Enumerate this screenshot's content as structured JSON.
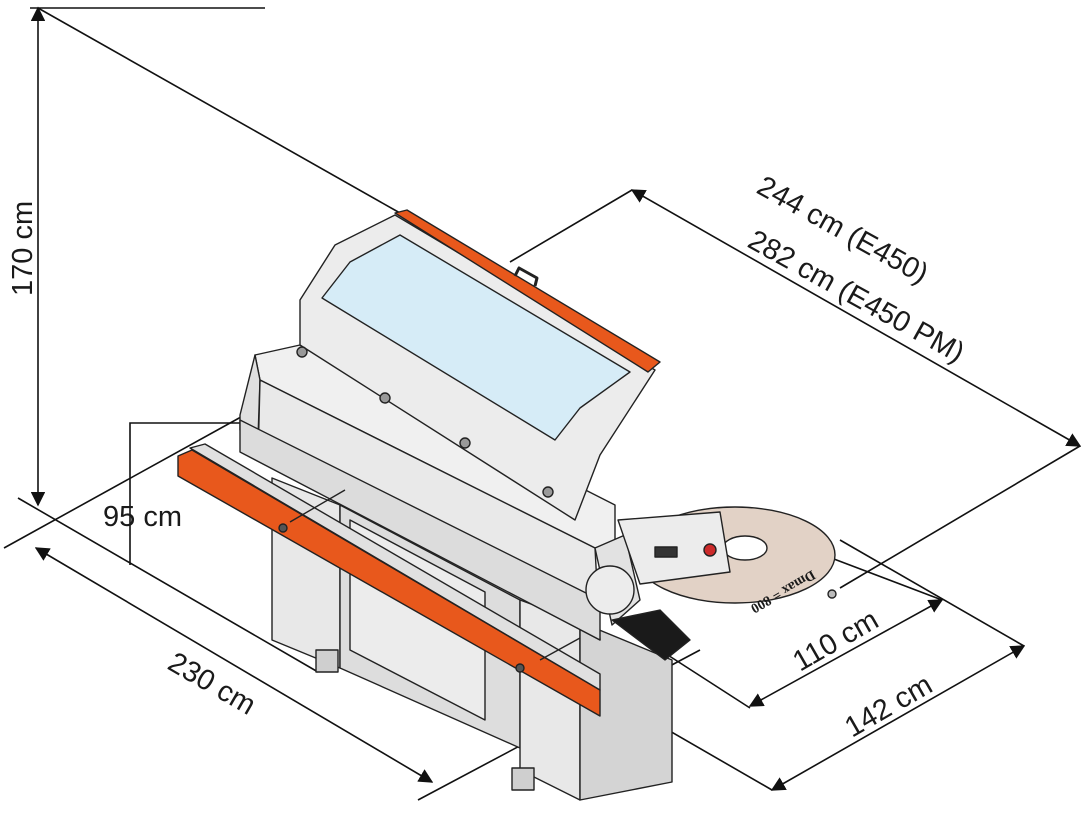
{
  "dimensions": {
    "height": "170 cm",
    "table_height": "95 cm",
    "length": "230 cm",
    "width_1": "110 cm",
    "width_2": "142 cm",
    "depth_e450": "244 cm (E450)",
    "depth_e450pm": "282 cm (E450 PM)"
  },
  "coil_label": "Dmax = 800",
  "colors": {
    "accent": "#e8581c",
    "panel": "#e6e6e6",
    "panel_dark": "#cfcfcf",
    "glass": "#d6ecf7",
    "coil": "#e2d2c6",
    "line": "#111111"
  }
}
